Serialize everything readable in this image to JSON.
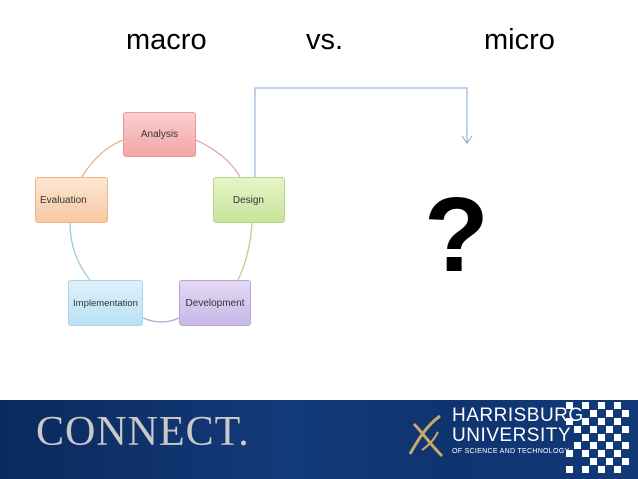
{
  "header": {
    "left": "macro",
    "middle": "vs.",
    "right": "micro"
  },
  "cycle": {
    "nodes": [
      {
        "label": "Analysis"
      },
      {
        "label": "Design"
      },
      {
        "label": "Development"
      },
      {
        "label": "Implementation"
      },
      {
        "label": "Evaluation"
      }
    ]
  },
  "question_mark": "?",
  "footer": {
    "connect": "CONNECT.",
    "university_line1": "HARRISBURG",
    "university_line2": "UNIVERSITY",
    "university_tagline": "OF SCIENCE AND TECHNOLOGY"
  },
  "colors": {
    "footer_bg": "#133a7a",
    "arrow": "#7fa6cf"
  }
}
